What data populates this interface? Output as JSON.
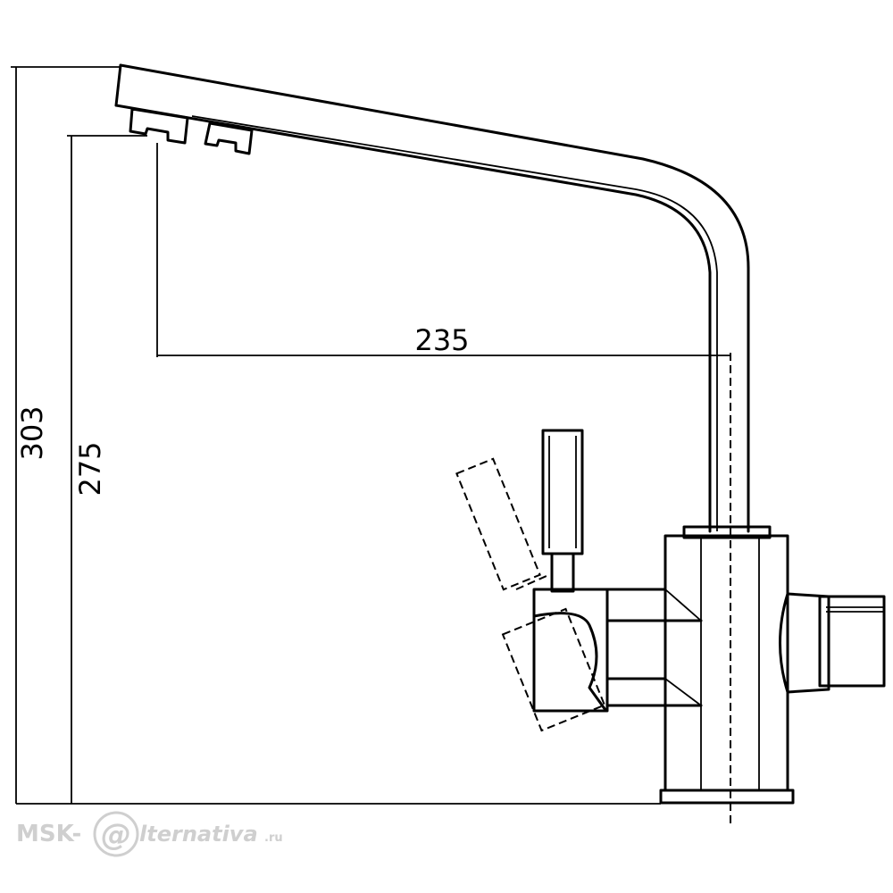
{
  "dimensions": {
    "total_height": "303",
    "spout_height": "275",
    "spout_reach": "235"
  },
  "watermark": {
    "prefix": "MSK-",
    "at_sign": "@",
    "suffix": "lternativa",
    "tld": ".ru"
  }
}
